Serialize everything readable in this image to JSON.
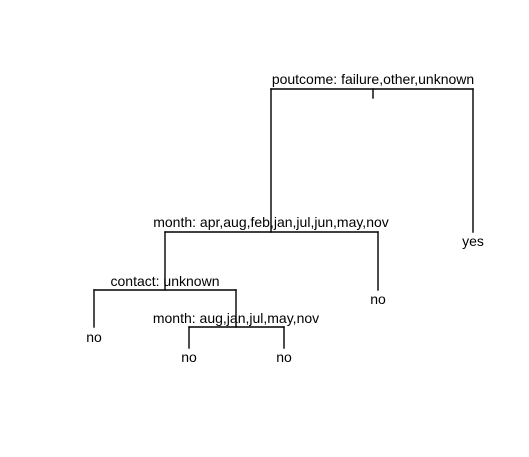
{
  "tree": {
    "splits": [
      {
        "id": "root",
        "label": "poutcome: failure,other,unknown"
      },
      {
        "id": "split-month-1",
        "label": "month: apr,aug,feb,jan,jul,jun,may,nov"
      },
      {
        "id": "split-contact",
        "label": "contact: unknown"
      },
      {
        "id": "split-month-2",
        "label": "month: aug,jan,jul,may,nov"
      }
    ],
    "leaves": [
      {
        "id": "leaf-yes",
        "label": "yes"
      },
      {
        "id": "leaf-no-1",
        "label": "no"
      },
      {
        "id": "leaf-no-2",
        "label": "no"
      },
      {
        "id": "leaf-no-3",
        "label": "no"
      },
      {
        "id": "leaf-no-4",
        "label": "no"
      }
    ]
  }
}
